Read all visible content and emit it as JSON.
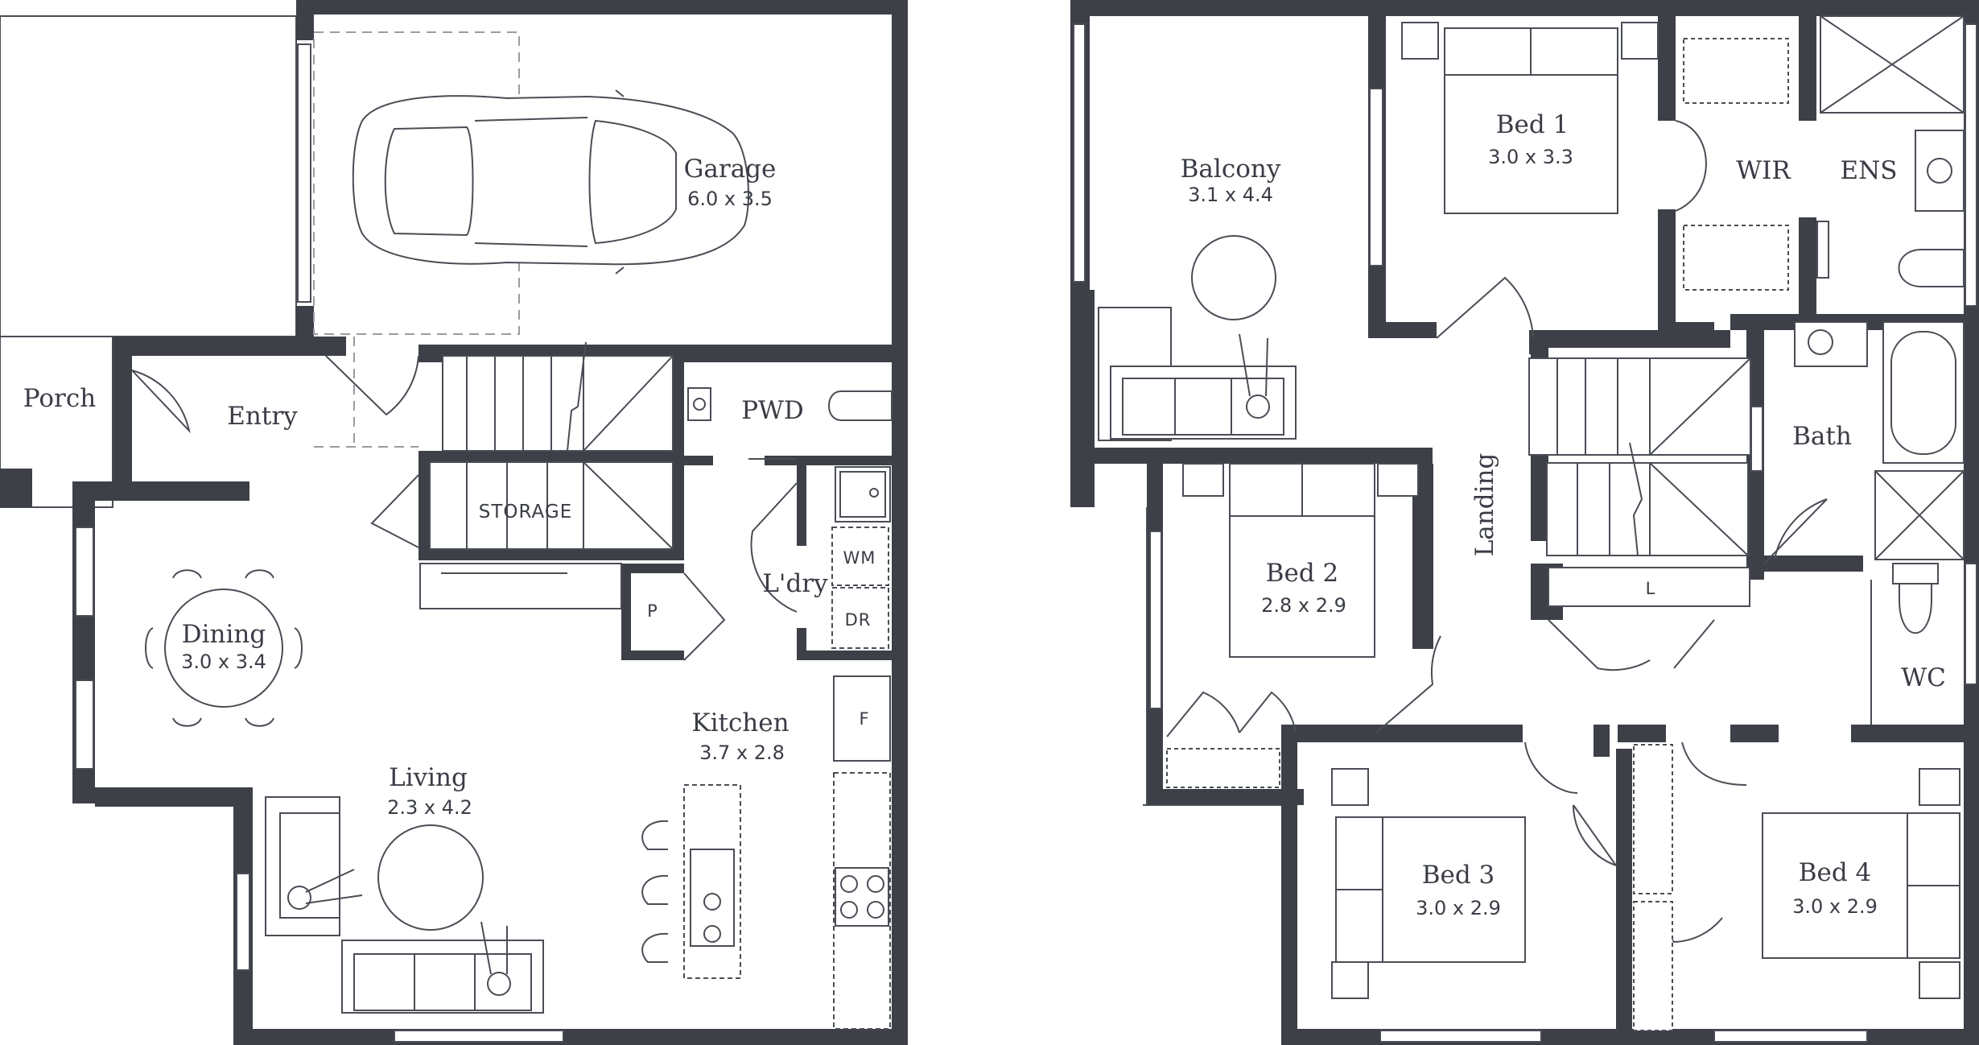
{
  "ground_floor": {
    "rooms": {
      "garage": {
        "name": "Garage",
        "size": "6.0 x 3.5"
      },
      "porch": {
        "name": "Porch"
      },
      "entry": {
        "name": "Entry"
      },
      "pwd": {
        "name": "PWD"
      },
      "storage": {
        "name": "STORAGE"
      },
      "laundry": {
        "name": "L'dry"
      },
      "dining": {
        "name": "Dining",
        "size": "3.0 x 3.4"
      },
      "kitchen": {
        "name": "Kitchen",
        "size": "3.7 x 2.8"
      },
      "living": {
        "name": "Living",
        "size": "2.3 x 4.2"
      }
    },
    "fixtures": {
      "wm": "WM",
      "dr": "DR",
      "pantry": "P",
      "fridge": "F"
    }
  },
  "first_floor": {
    "rooms": {
      "balcony": {
        "name": "Balcony",
        "size": "3.1 x 4.4"
      },
      "bed1": {
        "name": "Bed 1",
        "size": "3.0 x 3.3"
      },
      "wir": {
        "name": "WIR"
      },
      "ens": {
        "name": "ENS"
      },
      "bath": {
        "name": "Bath"
      },
      "landing": {
        "name": "Landing"
      },
      "bed2": {
        "name": "Bed 2",
        "size": "2.8 x 2.9"
      },
      "wc": {
        "name": "WC"
      },
      "bed3": {
        "name": "Bed 3",
        "size": "3.0 x 2.9"
      },
      "bed4": {
        "name": "Bed 4",
        "size": "3.0 x 2.9"
      }
    },
    "fixtures": {
      "linen": "L"
    }
  },
  "colors": {
    "wall": "#3e4048",
    "line": "#4a4d55",
    "text": "#3a3d45",
    "dashed": "#9a9ca2"
  }
}
